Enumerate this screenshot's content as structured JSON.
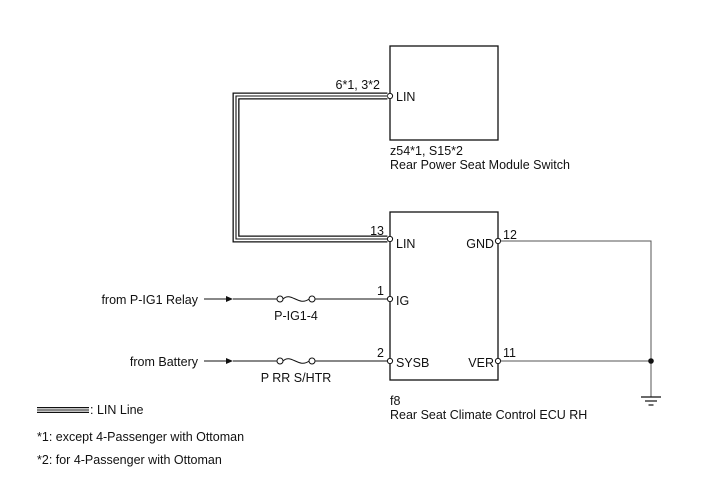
{
  "upper_module": {
    "pin_numbers": "6*1, 3*2",
    "pin_label": "LIN",
    "connector_code": "z54*1, S15*2",
    "name": "Rear Power Seat Module Switch"
  },
  "ecu": {
    "connector_code": "f8",
    "name": "Rear Seat Climate Control ECU RH",
    "pins": [
      {
        "number": "13",
        "label": "LIN"
      },
      {
        "number": "1",
        "label": "IG"
      },
      {
        "number": "2",
        "label": "SYSB"
      },
      {
        "number": "12",
        "label": "GND"
      },
      {
        "number": "11",
        "label": "VER"
      }
    ]
  },
  "inputs": [
    {
      "source": "from P-IG1 Relay",
      "fuse": "P-IG1-4"
    },
    {
      "source": "from Battery",
      "fuse": "P RR S/HTR"
    }
  ],
  "legend": {
    "lin_line": ": LIN Line",
    "note1": "*1: except 4-Passenger with Ottoman",
    "note2": "*2: for 4-Passenger with Ottoman"
  },
  "colors": {
    "line": "#111111",
    "ground_wire": "#555555"
  }
}
